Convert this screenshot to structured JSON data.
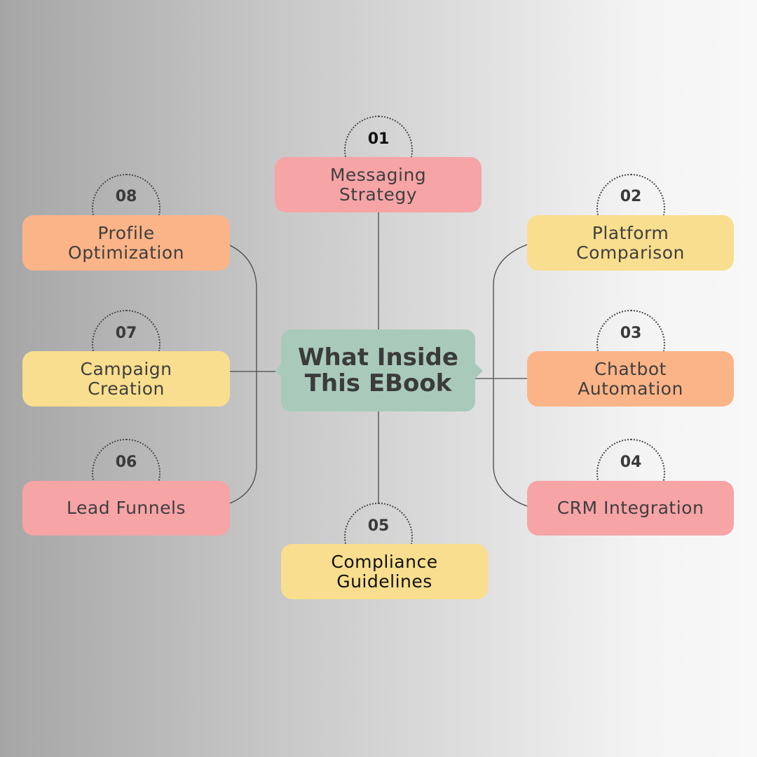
{
  "center": {
    "title": "What Inside\nThis EBook",
    "color": "#a9cabb"
  },
  "colors": {
    "pink": "#f6a4a6",
    "orange": "#fbb487",
    "yellow": "#f8de8e",
    "line": "#4a4a4a",
    "badge_border": "#4a4a4a"
  },
  "topics": [
    {
      "number": "01",
      "label": "Messaging\nStrategy",
      "color": "#f6a4a6"
    },
    {
      "number": "02",
      "label": "Platform\nComparison",
      "color": "#f8de8e"
    },
    {
      "number": "03",
      "label": "Chatbot\nAutomation",
      "color": "#fbb487"
    },
    {
      "number": "04",
      "label": "CRM Integration",
      "color": "#f6a4a6"
    },
    {
      "number": "05",
      "label": "Compliance\nGuidelines",
      "color": "#f8de8e"
    },
    {
      "number": "06",
      "label": "Lead Funnels",
      "color": "#f6a4a6"
    },
    {
      "number": "07",
      "label": "Campaign\nCreation",
      "color": "#f8de8e"
    },
    {
      "number": "08",
      "label": "Profile\nOptimization",
      "color": "#fbb487"
    }
  ]
}
